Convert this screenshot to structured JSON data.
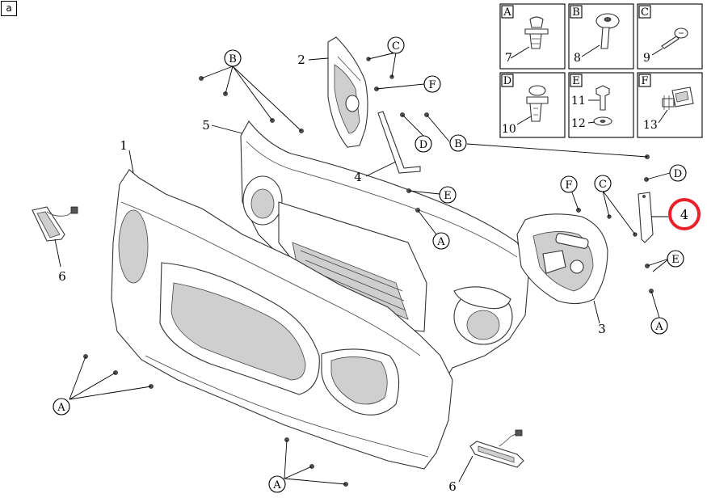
{
  "corner_label": "a",
  "highlight_color": "#e8212a",
  "legend": [
    {
      "letter": "A",
      "part_number": "7"
    },
    {
      "letter": "B",
      "part_number": "8"
    },
    {
      "letter": "C",
      "part_number": "9"
    },
    {
      "letter": "D",
      "part_number": "10"
    },
    {
      "letter": "E",
      "part_numbers": [
        "11",
        "12"
      ]
    },
    {
      "letter": "F",
      "part_number": "13"
    }
  ],
  "part_labels": {
    "bumper_cover": "1",
    "left_bracket": "2",
    "right_bracket": "3",
    "reinforcement_strap": "4",
    "reinforcement_strap_highlighted": "4",
    "grille_frame": "5",
    "side_marker_left": "6",
    "side_marker_right": "6"
  },
  "fastener_balloons": {
    "b_top": "B",
    "c_top": "C",
    "f_top": "F",
    "d_mid": "D",
    "b_mid": "B",
    "e_mid": "E",
    "a_mid": "A",
    "f_right": "F",
    "c_right": "C",
    "d_right": "D",
    "e_right": "E",
    "a_right": "A",
    "a_left": "A",
    "a_bottom": "A"
  }
}
